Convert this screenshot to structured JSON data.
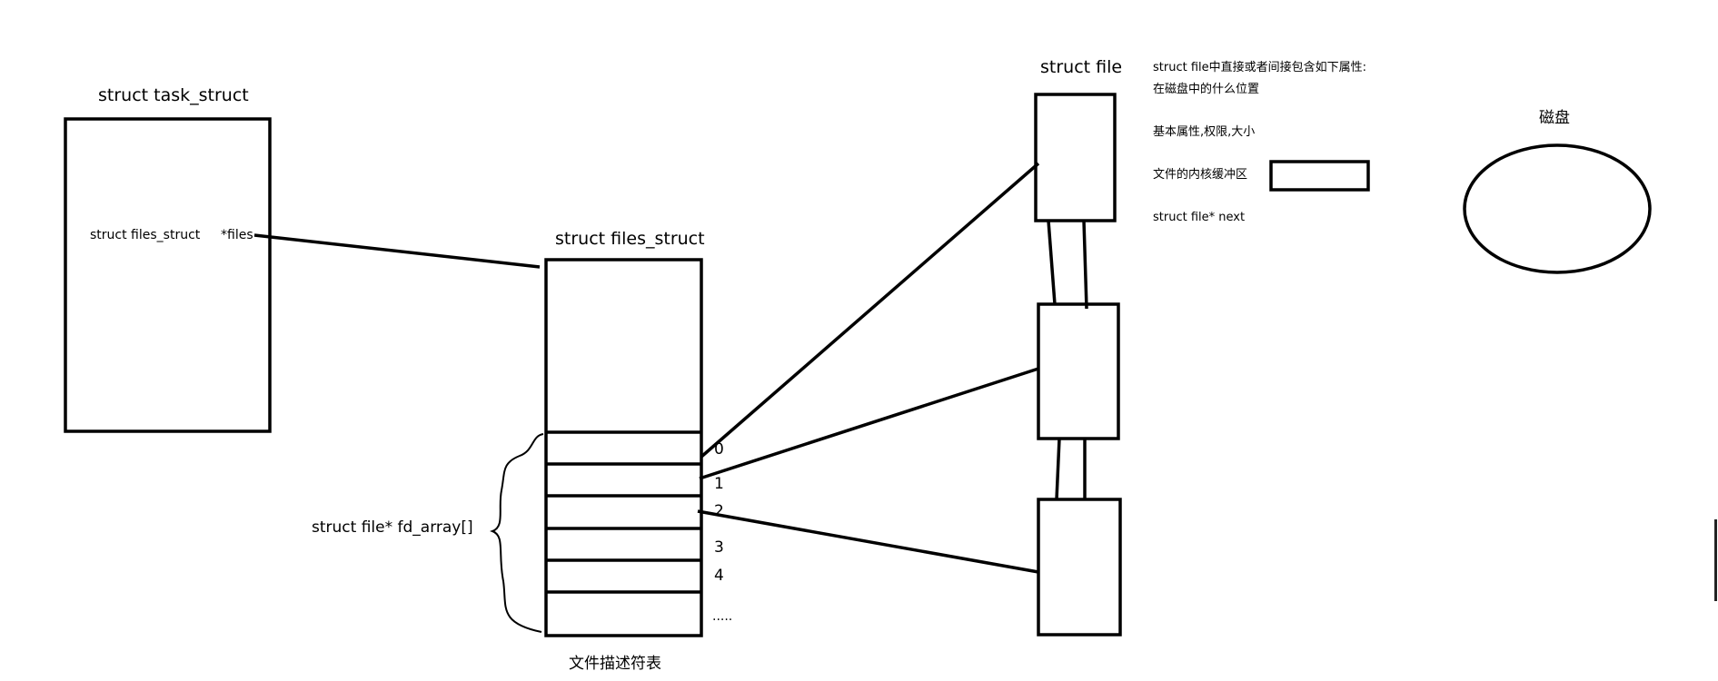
{
  "task_struct": {
    "title": "struct task_struct",
    "field_type": "struct files_struct",
    "field_name": "*files"
  },
  "files_struct": {
    "title": "struct files_struct",
    "array_label": "struct file* fd_array[]",
    "indices": [
      "0",
      "1",
      "2",
      "3",
      "4",
      "....."
    ],
    "caption": "文件描述符表"
  },
  "struct_file": {
    "title": "struct file",
    "attributes": [
      "struct file中直接或者间接包含如下属性:",
      "在磁盘中的什么位置",
      "基本属性,权限,大小",
      "文件的内核缓冲区",
      "struct file* next"
    ]
  },
  "disk": {
    "label": "磁盘"
  }
}
